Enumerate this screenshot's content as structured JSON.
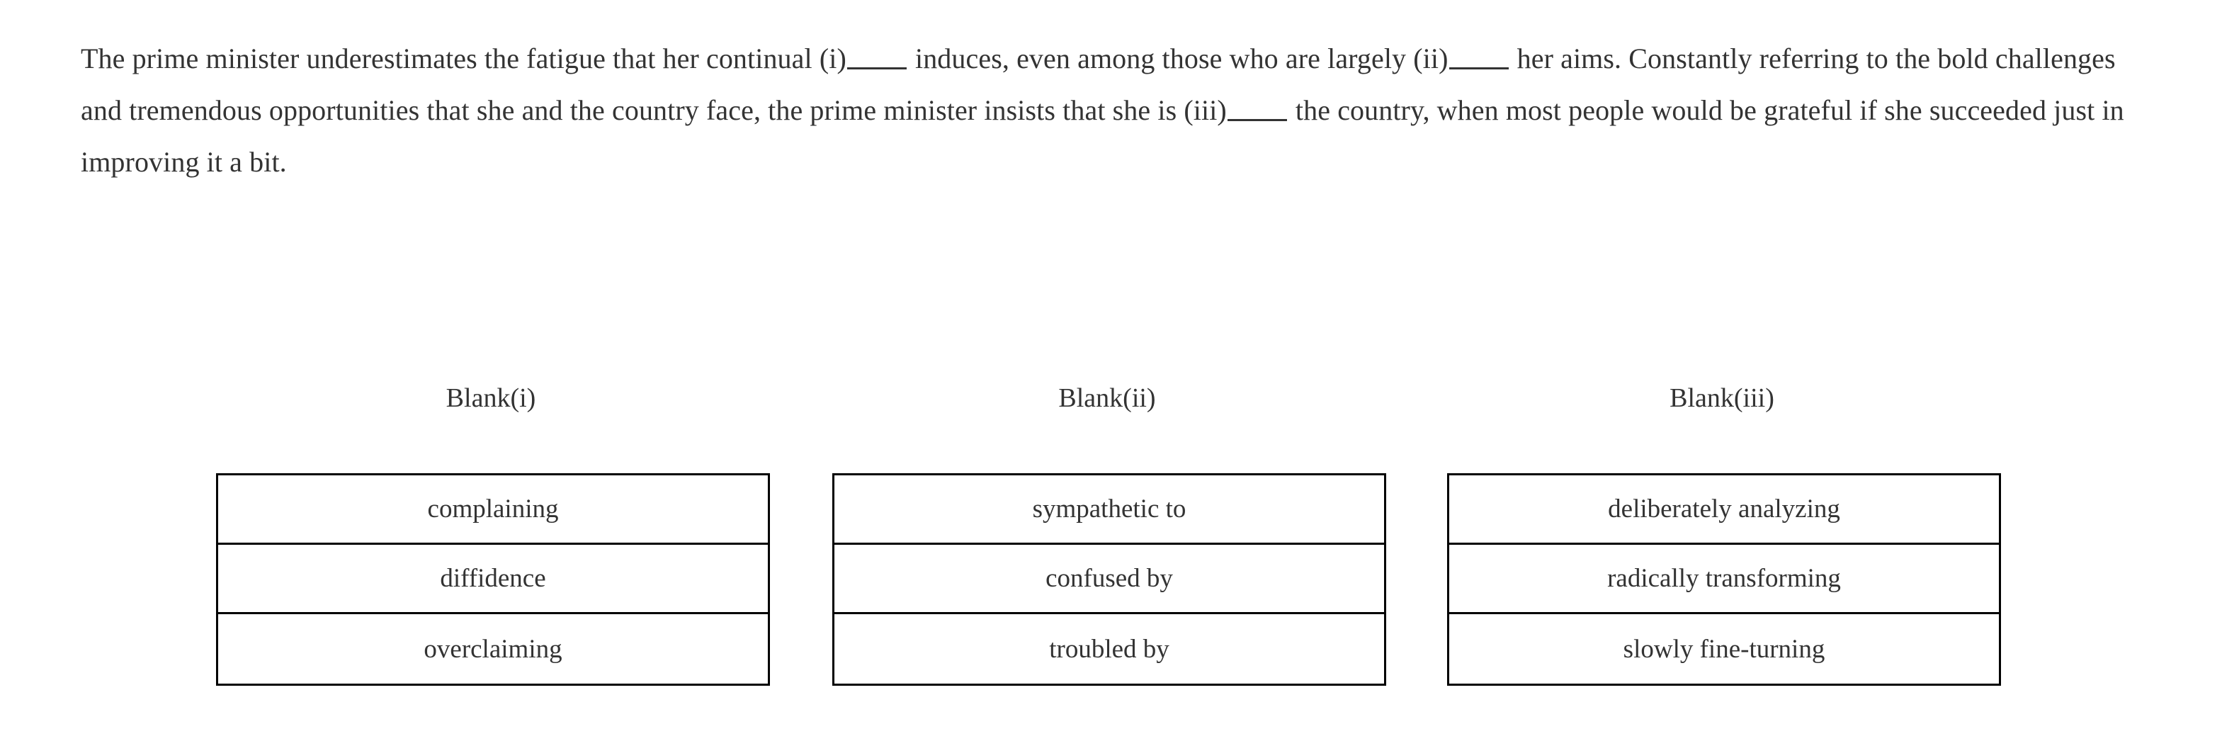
{
  "passage": {
    "segments": [
      {
        "type": "text",
        "value": "The prime minister underestimates the fatigue that her continual "
      },
      {
        "type": "blank",
        "label": "(i)",
        "name": "blank-i"
      },
      {
        "type": "text",
        "value": " induces, even among those who are largely "
      },
      {
        "type": "blank",
        "label": "(ii)",
        "name": "blank-ii"
      },
      {
        "type": "text",
        "value": " her aims. Constantly referring to the bold challenges and tremendous opportunities that she and the country face, the prime minister insists that she is "
      },
      {
        "type": "blank",
        "label": "(iii)",
        "name": "blank-iii"
      },
      {
        "type": "text",
        "value": " the country, when most people would be grateful if she succeeded just in improving it a bit."
      }
    ],
    "full_text": "The prime minister underestimates the fatigue that her continual (i)_____ induces, even among those who are largely (ii)_____ her aims. Constantly referring to the bold challenges and tremendous opportunities that she and the country face, the prime minister insists that she is (iii)_____ the country, when most people would be grateful if she succeeded just in improving it a bit."
  },
  "columns": [
    {
      "header": "Blank(i)",
      "options": [
        "complaining",
        "diffidence",
        "overclaiming"
      ]
    },
    {
      "header": "Blank(ii)",
      "options": [
        "sympathetic to",
        "confused by",
        "troubled by"
      ]
    },
    {
      "header": "Blank(iii)",
      "options": [
        "deliberately analyzing",
        "radically transforming",
        "slowly fine-turning"
      ]
    }
  ],
  "colors": {
    "text": "#333333",
    "border": "#000000",
    "background": "#ffffff"
  }
}
